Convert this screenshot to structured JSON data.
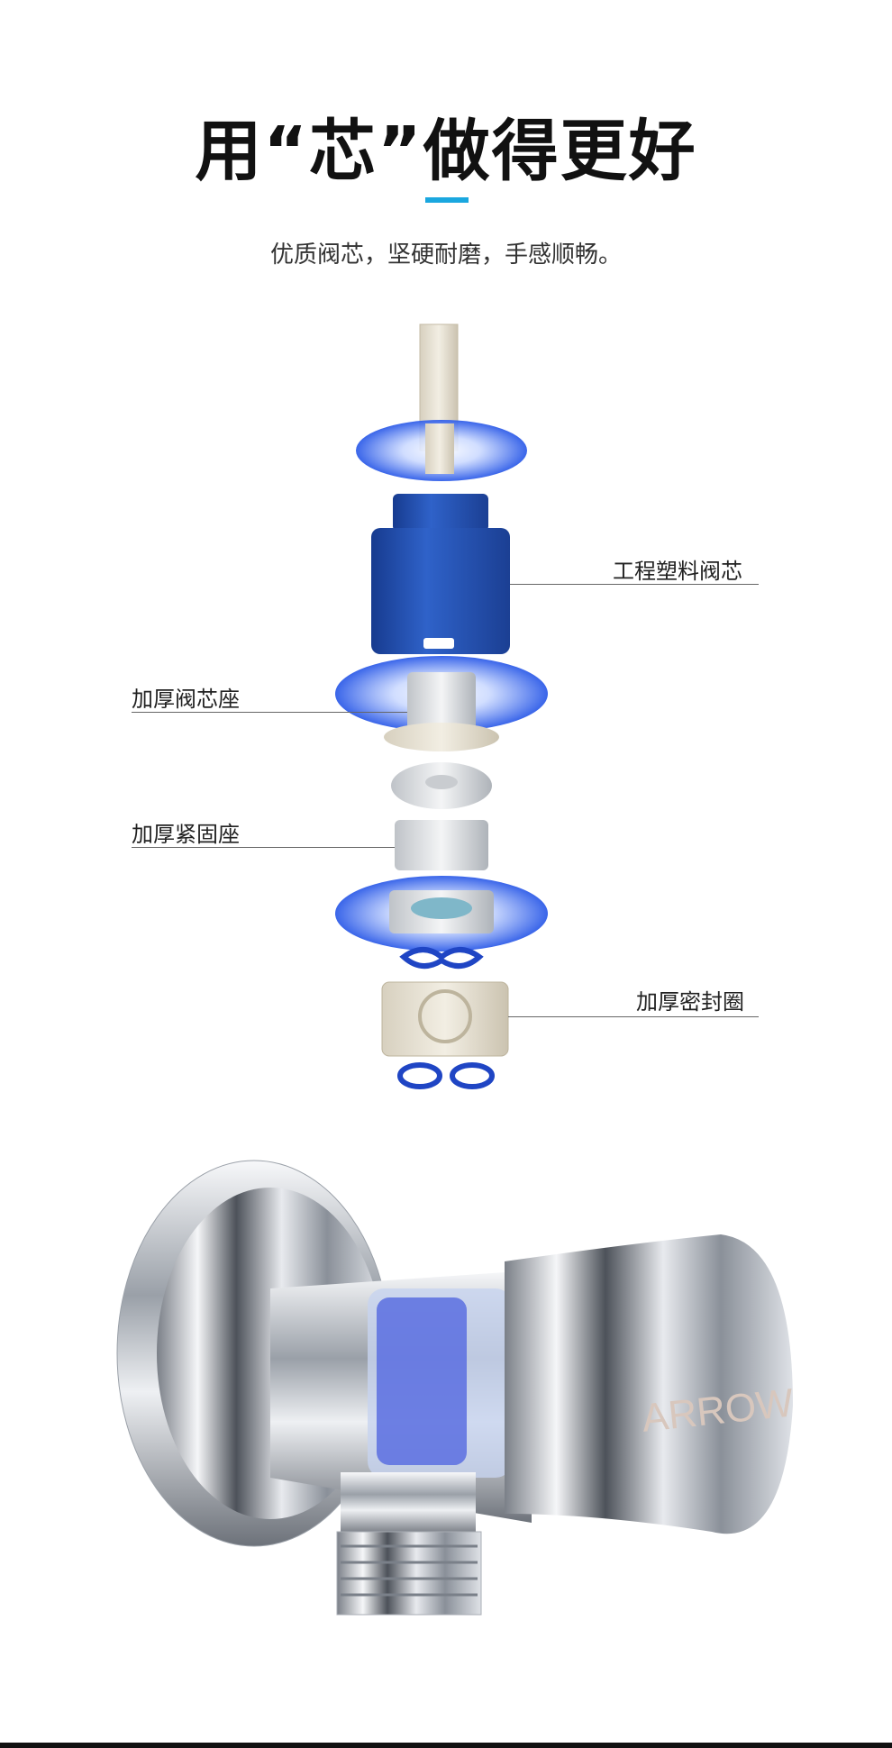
{
  "heading": {
    "title": "用“芯”做得更好",
    "subtitle": "优质阀芯，坚硬耐磨，手感顺畅。"
  },
  "callouts": {
    "plastic_core": "工程塑料阀芯",
    "thick_core_seat": "加厚阀芯座",
    "thick_fixing_seat": "加厚紧固座",
    "thick_seal_ring": "加厚密封圈"
  },
  "product": {
    "brand_mark": "ARROW"
  },
  "colors": {
    "accent": "#1aa7df",
    "core_blue": "#1e4fae",
    "glow_blue": "#3b6ef0"
  }
}
